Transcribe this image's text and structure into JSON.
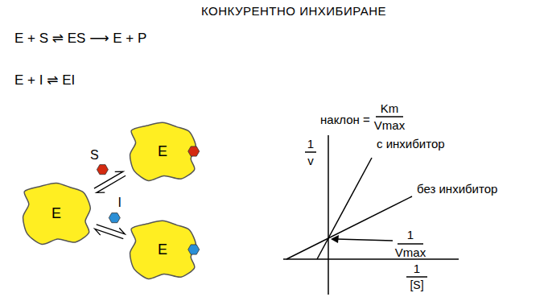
{
  "diagram": {
    "title": "КОНКУРЕНТНО ИНХИБИРАНЕ",
    "nodes": [
      {
        "text": [
          "E"
        ]
      },
      {
        "text": [
          "E"
        ]
      },
      {
        "text": [
          "E"
        ]
      }
    ],
    "edges": [
      {
        "from": 0,
        "to": 1,
        "label": "S",
        "arrow": "both"
      },
      {
        "from": 0,
        "to": 2,
        "label": "I",
        "arrow": "both"
      }
    ],
    "labels": [
      "E + S ⇌ ES ⟶ E + P",
      "E + I ⇌ EI",
      "наклон =",
      "Km",
      "Vmax",
      "1",
      "v",
      "с инхибитор",
      "без инхибитор",
      "1",
      "Vmax",
      "1",
      "[S]"
    ]
  }
}
